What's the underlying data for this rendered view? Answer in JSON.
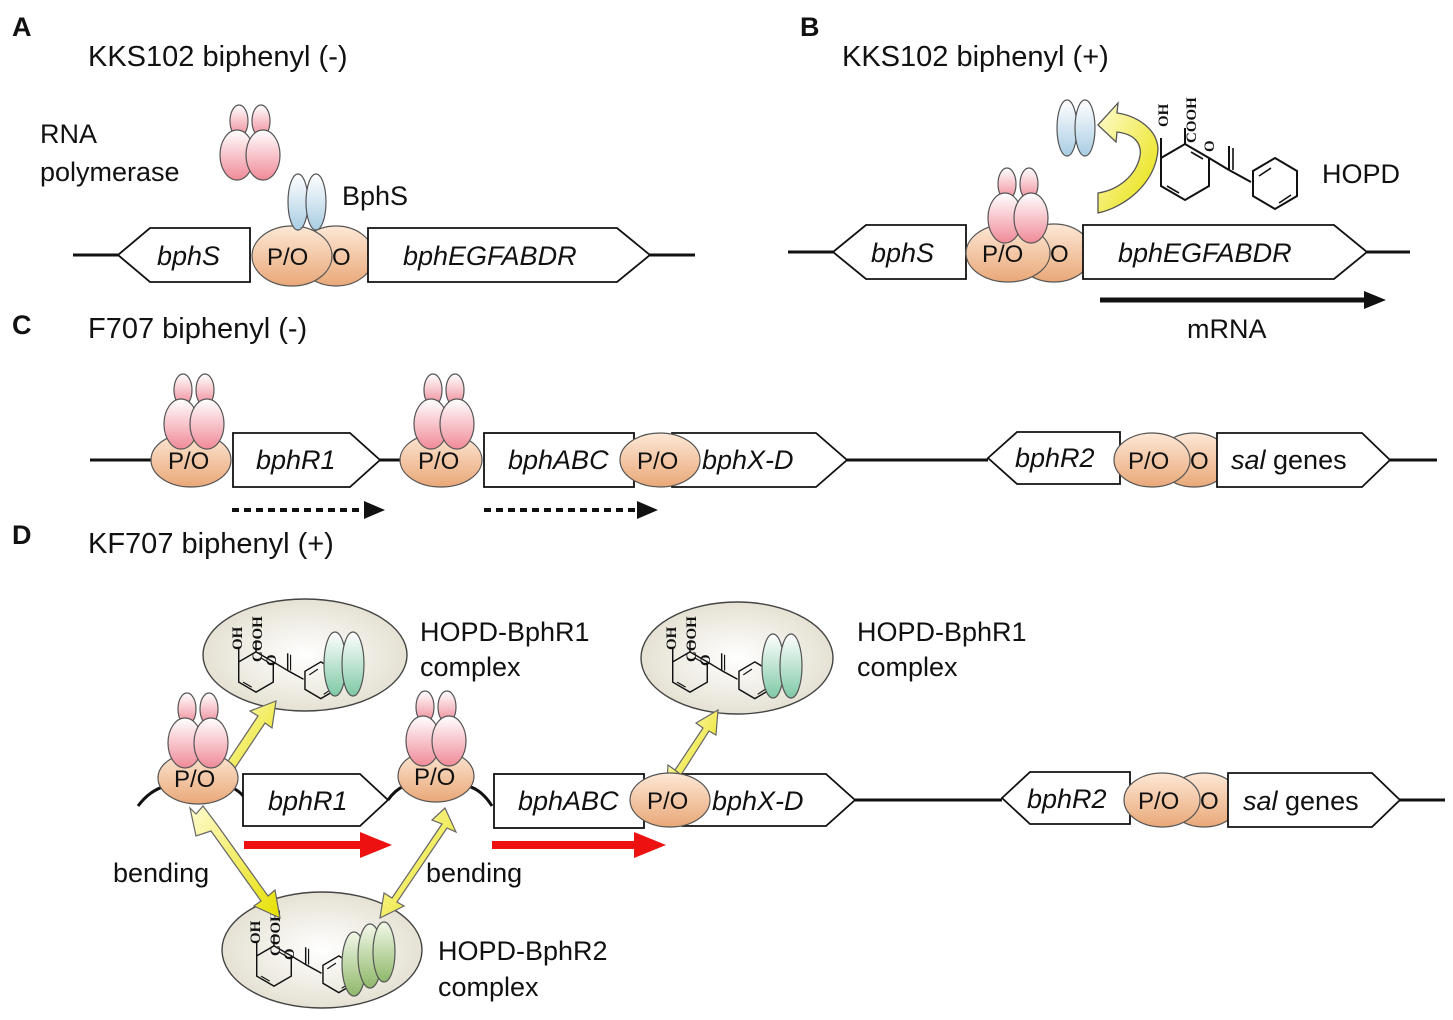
{
  "panels": {
    "a": {
      "letter": "A",
      "title": "KKS102 biphenyl (-)",
      "polymerase_label_1": "RNA",
      "polymerase_label_2": "polymerase",
      "regulator_label": "BphS",
      "gene_left": "bphS",
      "gene_right": "bphEGFABDR",
      "po": "P/O",
      "o": "O"
    },
    "b": {
      "letter": "B",
      "title": "KKS102 biphenyl (+)",
      "ligand_label": "HOPD",
      "gene_left": "bphS",
      "gene_right": "bphEGFABDR",
      "po": "P/O",
      "o": "O",
      "transcript_label": "mRNA"
    },
    "c": {
      "letter": "C",
      "title": "F707 biphenyl (-)",
      "gene_1": "bphR1",
      "gene_2": "bphABC",
      "gene_3": "bphX-D",
      "gene_4": "bphR2",
      "gene_5_italic": "sal",
      "gene_5_suffix": " genes",
      "po": "P/O",
      "o": "O"
    },
    "d": {
      "letter": "D",
      "title": "KF707 biphenyl (+)",
      "gene_1": "bphR1",
      "gene_2": "bphABC",
      "gene_3": "bphX-D",
      "gene_4": "bphR2",
      "gene_5_italic": "sal",
      "gene_5_suffix": " genes",
      "po": "P/O",
      "o": "O",
      "complex1_line1": "HOPD-BphR1",
      "complex1_line2": "complex",
      "complex2_line1": "HOPD-BphR1",
      "complex2_line2": "complex",
      "complex3_line1": "HOPD-BphR2",
      "complex3_line2": "complex",
      "bending_left": "bending",
      "bending_right": "bending"
    }
  },
  "chem": {
    "oh": "OH",
    "cooh": "COOH",
    "o": "O"
  },
  "colors": {
    "polymerase": "#f08a98",
    "operator": "#efb48e",
    "bphs_protein": "#a9cde3",
    "bphr_protein": "#7fc9a6",
    "bphr2_protein": "#8fb86a",
    "complex_bg": "#ebe8dc",
    "yellow_arrow": "#e6e000",
    "red_arrow": "#ee1111"
  }
}
